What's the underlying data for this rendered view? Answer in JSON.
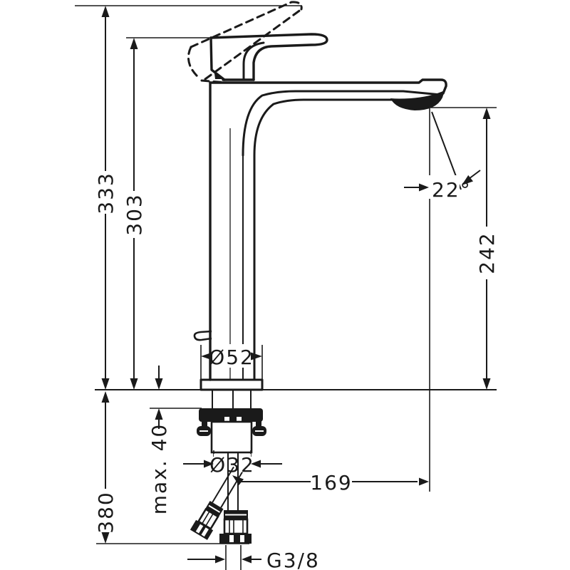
{
  "diagram": {
    "type": "technical-dimensional-drawing",
    "subject": "single-lever tall basin mixer faucet",
    "units": "mm",
    "line_color": "#1a1a1a",
    "background": "#ffffff",
    "dimensions": {
      "total_height": "333",
      "handle_height": "303",
      "spout_height": "242",
      "spout_reach": "169",
      "spout_angle": "22°",
      "base_diameter": "Ø52",
      "shank_diameter": "Ø32",
      "deck_thickness_max": "max. 40",
      "hose_length": "380",
      "thread_size": "G3/8"
    }
  }
}
